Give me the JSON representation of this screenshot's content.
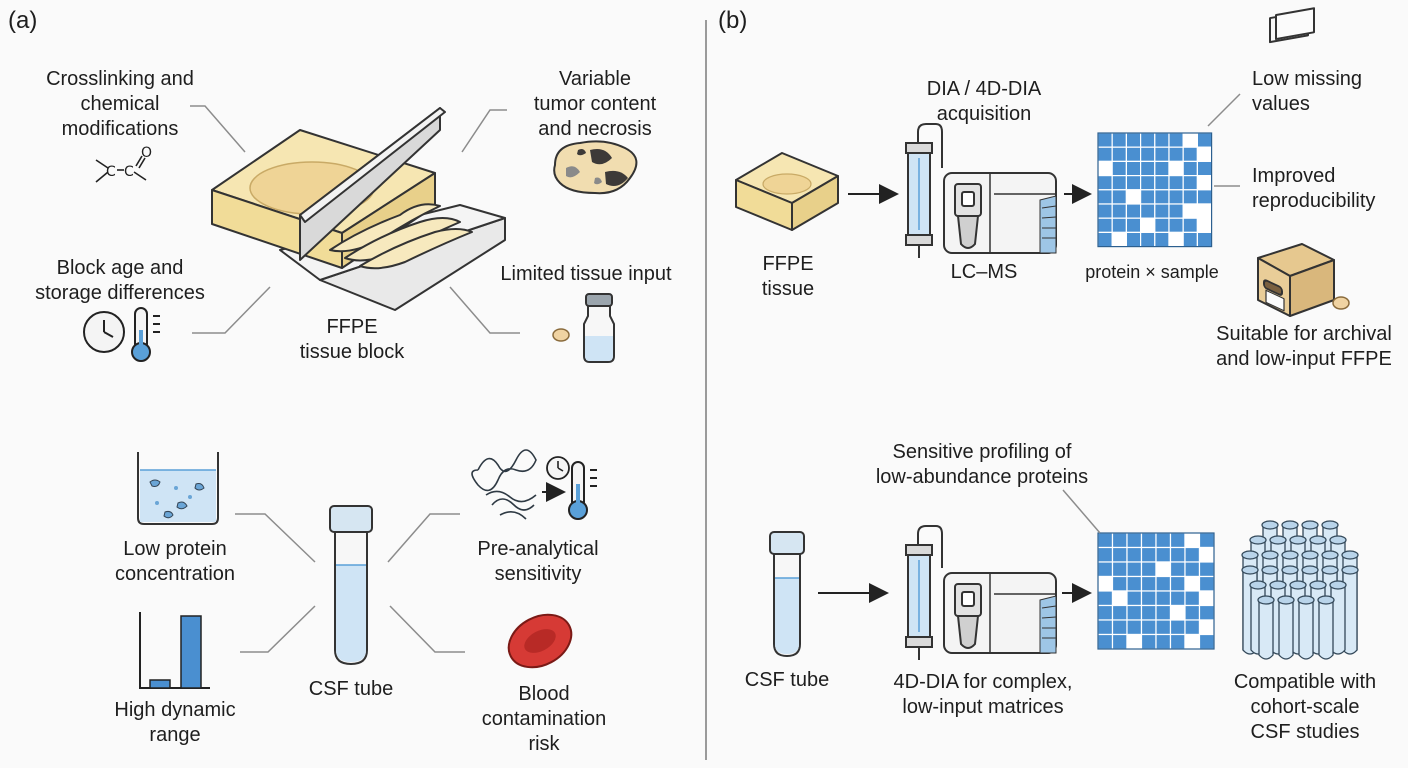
{
  "panel_a": {
    "tag": "(a)",
    "ffpe_block": [
      "FFPE",
      "tissue block"
    ],
    "crosslinking": [
      "Crosslinking and",
      "chemical",
      "modifications"
    ],
    "tumor": [
      "Variable",
      "tumor content",
      "and necrosis"
    ],
    "block_age": [
      "Block age and",
      "storage differences"
    ],
    "limited_input": "Limited tissue input",
    "low_protein": [
      "Low protein",
      "concentration"
    ],
    "preanalytical": [
      "Pre-analytical",
      "sensitivity"
    ],
    "csf_tube": "CSF tube",
    "dynamic_range": [
      "High dynamic",
      "range"
    ],
    "blood": [
      "Blood",
      "contamination",
      "risk"
    ]
  },
  "panel_b": {
    "tag": "(b)",
    "ffpe_tissue": [
      "FFPE",
      "tissue"
    ],
    "acquisition": [
      "DIA / 4D-DIA",
      "acquisition"
    ],
    "lcms": "LC–MS",
    "matrix_caption": "protein × sample",
    "low_missing": [
      "Low missing",
      "values"
    ],
    "reproducibility": [
      "Improved",
      "reproducibility"
    ],
    "archival": [
      "Suitable for archival",
      "and low-input FFPE"
    ],
    "sensitive": [
      "Sensitive profiling of",
      "low-abundance proteins"
    ],
    "csf_tube": "CSF tube",
    "complex": [
      "4D-DIA for complex,",
      "low-input matrices"
    ],
    "cohort": [
      "Compatible with",
      "cohort-scale",
      "CSF studies"
    ]
  },
  "colors": {
    "matrix_blue": "#4a8fd0",
    "tube_liquid": "#cfe4f5",
    "ffpe_wax": "#f5e3a8",
    "blood_red": "#d63a35",
    "leader_gray": "#8c8c8c"
  }
}
